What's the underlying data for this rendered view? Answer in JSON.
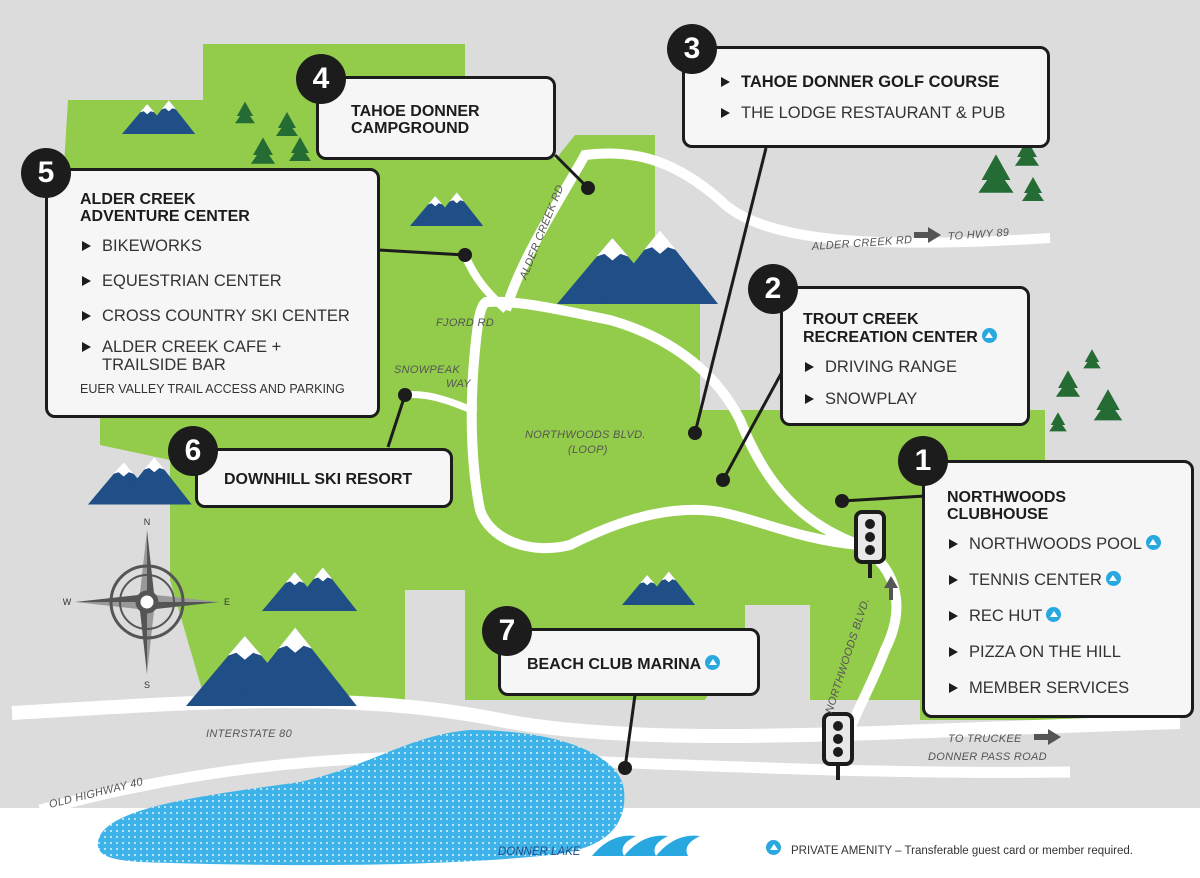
{
  "colors": {
    "park_green": "#93cc4a",
    "map_gray": "#dcdcdc",
    "road_white": "#ffffff",
    "lake_blue": "#3eb3ea",
    "mountain_navy": "#1f4f86",
    "tree_green": "#246c34",
    "callout_border": "#1c1c1c",
    "amenity_blue": "#29a8e0"
  },
  "roads": {
    "alder_creek_rd": "ALDER CREEK RD",
    "alder_creek_rd_east": "ALDER CREEK RD",
    "to_hwy_89": "TO HWY 89",
    "fjord_rd": "FJORD RD",
    "snowpeak_way_line1": "SNOWPEAK",
    "snowpeak_way_line2": "WAY",
    "northwoods_loop_line1": "NORTHWOODS BLVD.",
    "northwoods_loop_line2": "(LOOP)",
    "northwoods_blvd": "NORTHWOODS BLVD.",
    "interstate_80": "INTERSTATE 80",
    "old_highway_40": "OLD HIGHWAY 40",
    "to_truckee": "TO TRUCKEE",
    "donner_pass_road": "DONNER PASS ROAD"
  },
  "compass": {
    "n": "N",
    "s": "S",
    "e": "E",
    "w": "W"
  },
  "callouts": {
    "c1": {
      "number": "1",
      "title": "NORTHWOODS CLUBHOUSE",
      "items": [
        "NORTHWOODS POOL",
        "TENNIS CENTER",
        "REC HUT",
        "PIZZA ON THE HILL",
        "MEMBER SERVICES"
      ]
    },
    "c2": {
      "number": "2",
      "title": "TROUT CREEK RECREATION CENTER",
      "items": [
        "DRIVING RANGE",
        "SNOWPLAY"
      ]
    },
    "c3": {
      "number": "3",
      "items": [
        "TAHOE DONNER GOLF COURSE",
        "THE LODGE RESTAURANT & PUB"
      ]
    },
    "c4": {
      "number": "4",
      "title": "TAHOE DONNER CAMPGROUND"
    },
    "c5": {
      "number": "5",
      "title": "ALDER CREEK ADVENTURE CENTER",
      "items": [
        "BIKEWORKS",
        "EQUESTRIAN CENTER",
        "CROSS COUNTRY SKI CENTER",
        "ALDER CREEK CAFE + TRAILSIDE BAR"
      ],
      "note": "EUER VALLEY TRAIL ACCESS AND PARKING"
    },
    "c6": {
      "number": "6",
      "title": "DOWNHILL SKI RESORT"
    },
    "c7": {
      "number": "7",
      "title": "BEACH CLUB MARINA"
    }
  },
  "lake_label": "DONNER LAKE",
  "legend": {
    "text": "PRIVATE AMENITY – Transferable guest card or member required."
  }
}
